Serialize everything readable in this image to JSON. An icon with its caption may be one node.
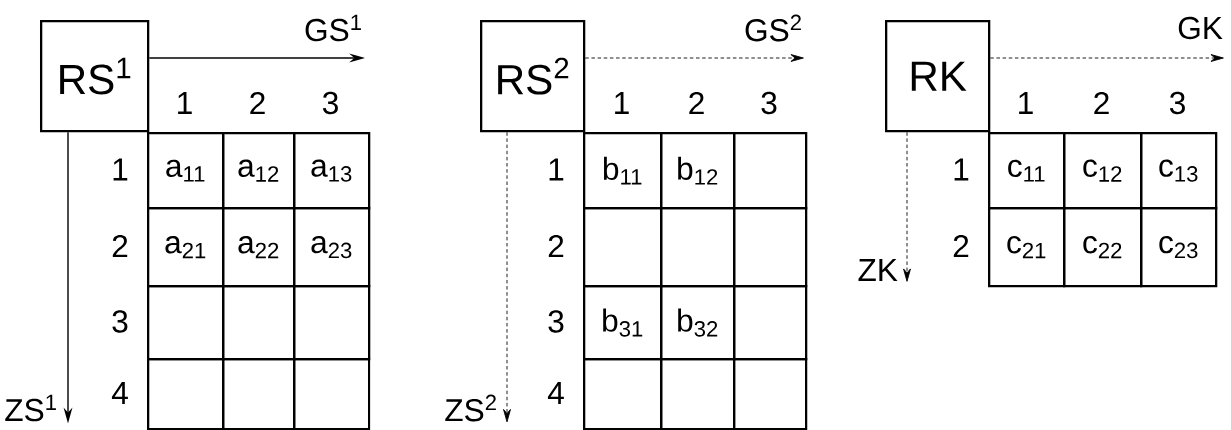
{
  "diagram": {
    "nodes": [
      {
        "text": [
          "RS$^{1}$"
        ]
      },
      {
        "text": [
          "GS$^{1}$"
        ]
      },
      {
        "text": [
          "ZS$^{1}$"
        ]
      },
      {
        "text": [
          "RS$^{2}$"
        ]
      },
      {
        "text": [
          "GS$^{2}$"
        ]
      },
      {
        "text": [
          "ZS$^{2}$"
        ]
      },
      {
        "text": [
          "RK"
        ]
      },
      {
        "text": [
          "GK"
        ]
      },
      {
        "text": [
          "ZK"
        ]
      }
    ],
    "edges": [
      {
        "from": 0,
        "to": 1,
        "arrow": "to"
      },
      {
        "from": 0,
        "to": 2,
        "arrow": "to"
      },
      {
        "from": 3,
        "to": 4,
        "arrow": "to",
        "style": "dashed"
      },
      {
        "from": 3,
        "to": 5,
        "arrow": "to",
        "style": "dashed"
      },
      {
        "from": 6,
        "to": 7,
        "arrow": "to",
        "style": "dashed"
      },
      {
        "from": 6,
        "to": 8,
        "arrow": "to",
        "style": "dashed"
      }
    ],
    "labels": [
      "1",
      "2",
      "3",
      "1",
      "a$_{11}$",
      "a$_{12}$",
      "a$_{13}$",
      "2",
      "a$_{21}$",
      "a$_{22}$",
      "a$_{23}$",
      "3",
      "4",
      "1",
      "2",
      "3",
      "1",
      "b$_{11}$",
      "b$_{12}$",
      "2",
      "3",
      "b$_{31}$",
      "b$_{32}$",
      "4",
      "1",
      "2",
      "3",
      "1",
      "c$_{11}$",
      "c$_{12}$",
      "c$_{13}$",
      "2",
      "c$_{21}$",
      "c$_{22}$",
      "c$_{23}$"
    ]
  }
}
